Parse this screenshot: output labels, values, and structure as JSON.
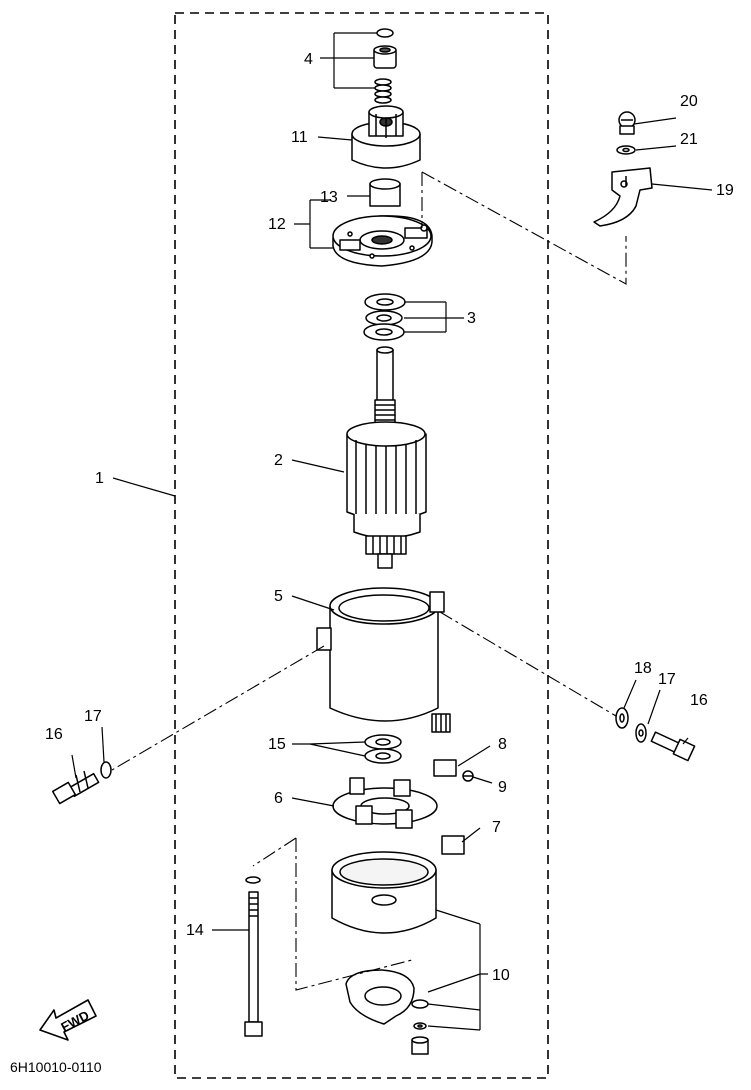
{
  "diagram": {
    "code": "6H10010-0110",
    "fwd_label": "FWD",
    "callouts": [
      {
        "id": "1",
        "label": "1"
      },
      {
        "id": "2",
        "label": "2"
      },
      {
        "id": "3",
        "label": "3"
      },
      {
        "id": "4",
        "label": "4"
      },
      {
        "id": "5",
        "label": "5"
      },
      {
        "id": "6",
        "label": "6"
      },
      {
        "id": "7",
        "label": "7"
      },
      {
        "id": "8",
        "label": "8"
      },
      {
        "id": "9",
        "label": "9"
      },
      {
        "id": "10",
        "label": "10"
      },
      {
        "id": "11",
        "label": "11"
      },
      {
        "id": "12",
        "label": "12"
      },
      {
        "id": "13",
        "label": "13"
      },
      {
        "id": "14",
        "label": "14"
      },
      {
        "id": "15",
        "label": "15"
      },
      {
        "id": "16a",
        "label": "16"
      },
      {
        "id": "16b",
        "label": "16"
      },
      {
        "id": "17a",
        "label": "17"
      },
      {
        "id": "17b",
        "label": "17"
      },
      {
        "id": "18",
        "label": "18"
      },
      {
        "id": "19",
        "label": "19"
      },
      {
        "id": "20",
        "label": "20"
      },
      {
        "id": "21",
        "label": "21"
      }
    ]
  }
}
